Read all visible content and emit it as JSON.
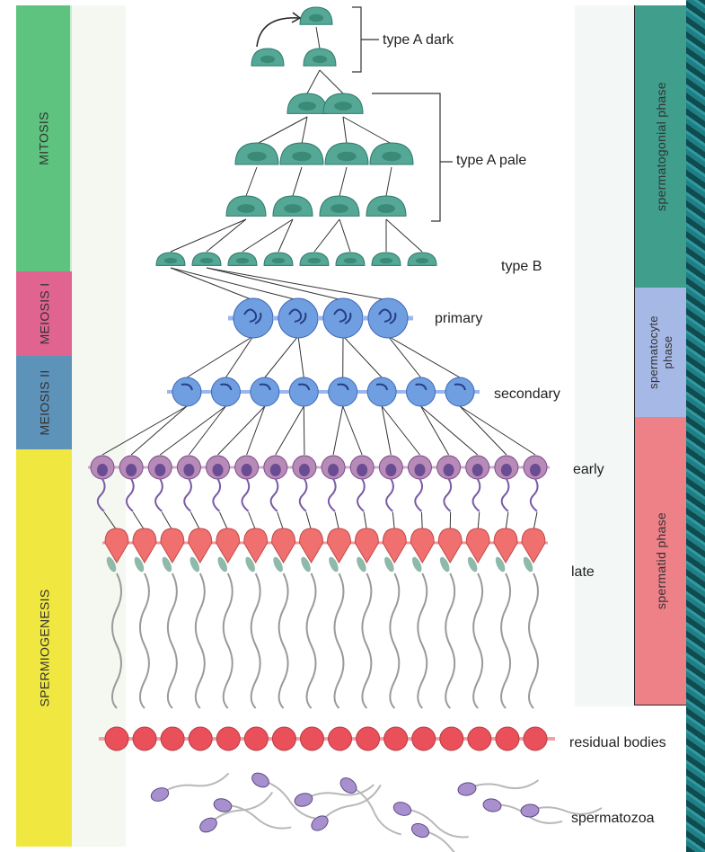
{
  "stages": [
    {
      "label": "MITOSIS",
      "color": "#5dc37e"
    },
    {
      "label": "MEIOSIS I",
      "color": "#e0648f"
    },
    {
      "label": "MEIOSIS II",
      "color": "#5d92b9"
    },
    {
      "label": "SPERMIOGENESIS",
      "color": "#f0e840"
    }
  ],
  "phases": [
    {
      "label": "spermatogonial phase",
      "color": "#3f9e8c"
    },
    {
      "label_line1": "spermatocyte",
      "label_line2": "phase",
      "color": "#a5b8e6"
    },
    {
      "label": "spermatid phase",
      "color": "#ee8088"
    }
  ],
  "cell_labels": {
    "type_a_dark": "type A dark",
    "type_a_pale": "type A pale",
    "type_b": "type B",
    "primary": "primary",
    "secondary": "secondary",
    "early": "early",
    "late": "late",
    "residual_bodies": "residual bodies",
    "spermatozoa": "spermatozoa"
  },
  "colors": {
    "spermatogonia": "#55a896",
    "spermatocyte": "#6f9fe0",
    "early_spermatid": "#b88ab8",
    "late_spermatid": "#f0706f",
    "residual_body": "#e9505a",
    "sperm_head": "#a890cf"
  }
}
